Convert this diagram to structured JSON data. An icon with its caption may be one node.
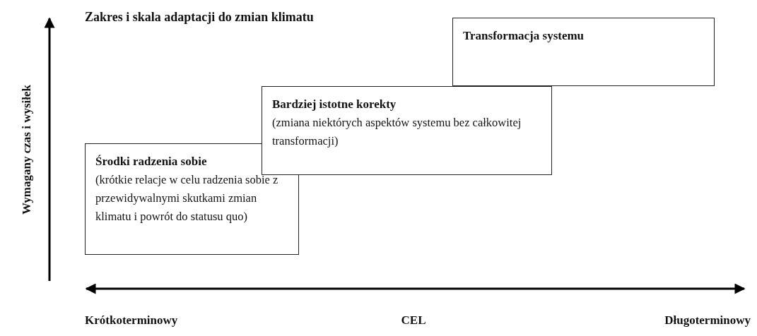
{
  "diagram": {
    "title": "Zakres i skala adaptacji do zmian klimatu",
    "nodes": [
      {
        "text": [
          "Środki radzenia sobie",
          "(krótkie relacje w celu radzenia sobie z przewidywalnymi skutkami zmian klimatu i powrót do statusu quo)"
        ]
      },
      {
        "text": [
          "Bardziej istotne korekty",
          "(zmiana niektórych aspektów systemu bez całkowitej transformacji)"
        ]
      },
      {
        "text": [
          "Transformacja systemu"
        ]
      }
    ],
    "labels": [
      "Wymagany czas i wysiłek",
      "Krótkoterminowy",
      "CEL",
      "Długoterminowy"
    ]
  }
}
